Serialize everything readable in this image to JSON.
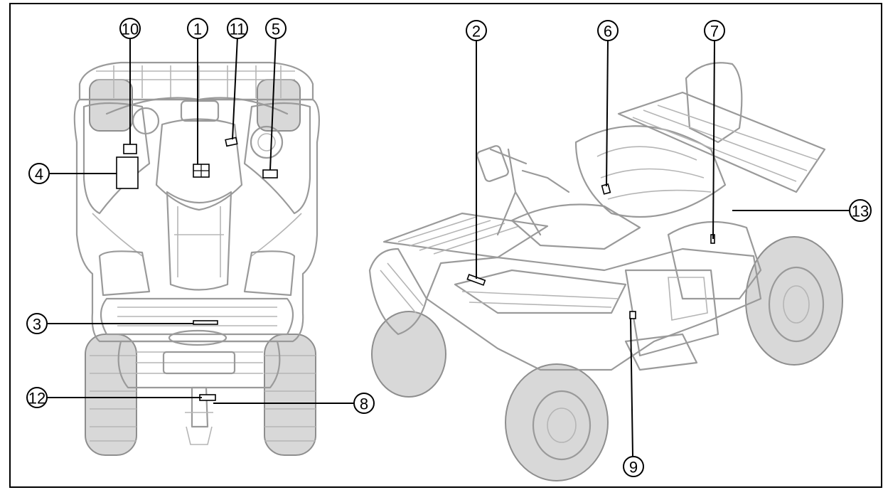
{
  "callouts": [
    {
      "id": "1",
      "text": "1"
    },
    {
      "id": "2",
      "text": "2"
    },
    {
      "id": "3",
      "text": "3"
    },
    {
      "id": "4",
      "text": "4"
    },
    {
      "id": "5",
      "text": "5"
    },
    {
      "id": "6",
      "text": "6"
    },
    {
      "id": "7",
      "text": "7"
    },
    {
      "id": "8",
      "text": "8"
    },
    {
      "id": "9",
      "text": "9"
    },
    {
      "id": "10",
      "text": "10"
    },
    {
      "id": "11",
      "text": "11"
    },
    {
      "id": "12",
      "text": "12"
    },
    {
      "id": "13",
      "text": "13"
    }
  ],
  "colors": {
    "drawing": "#9a9a9a",
    "callout": "#000000",
    "frame": "#000000"
  }
}
